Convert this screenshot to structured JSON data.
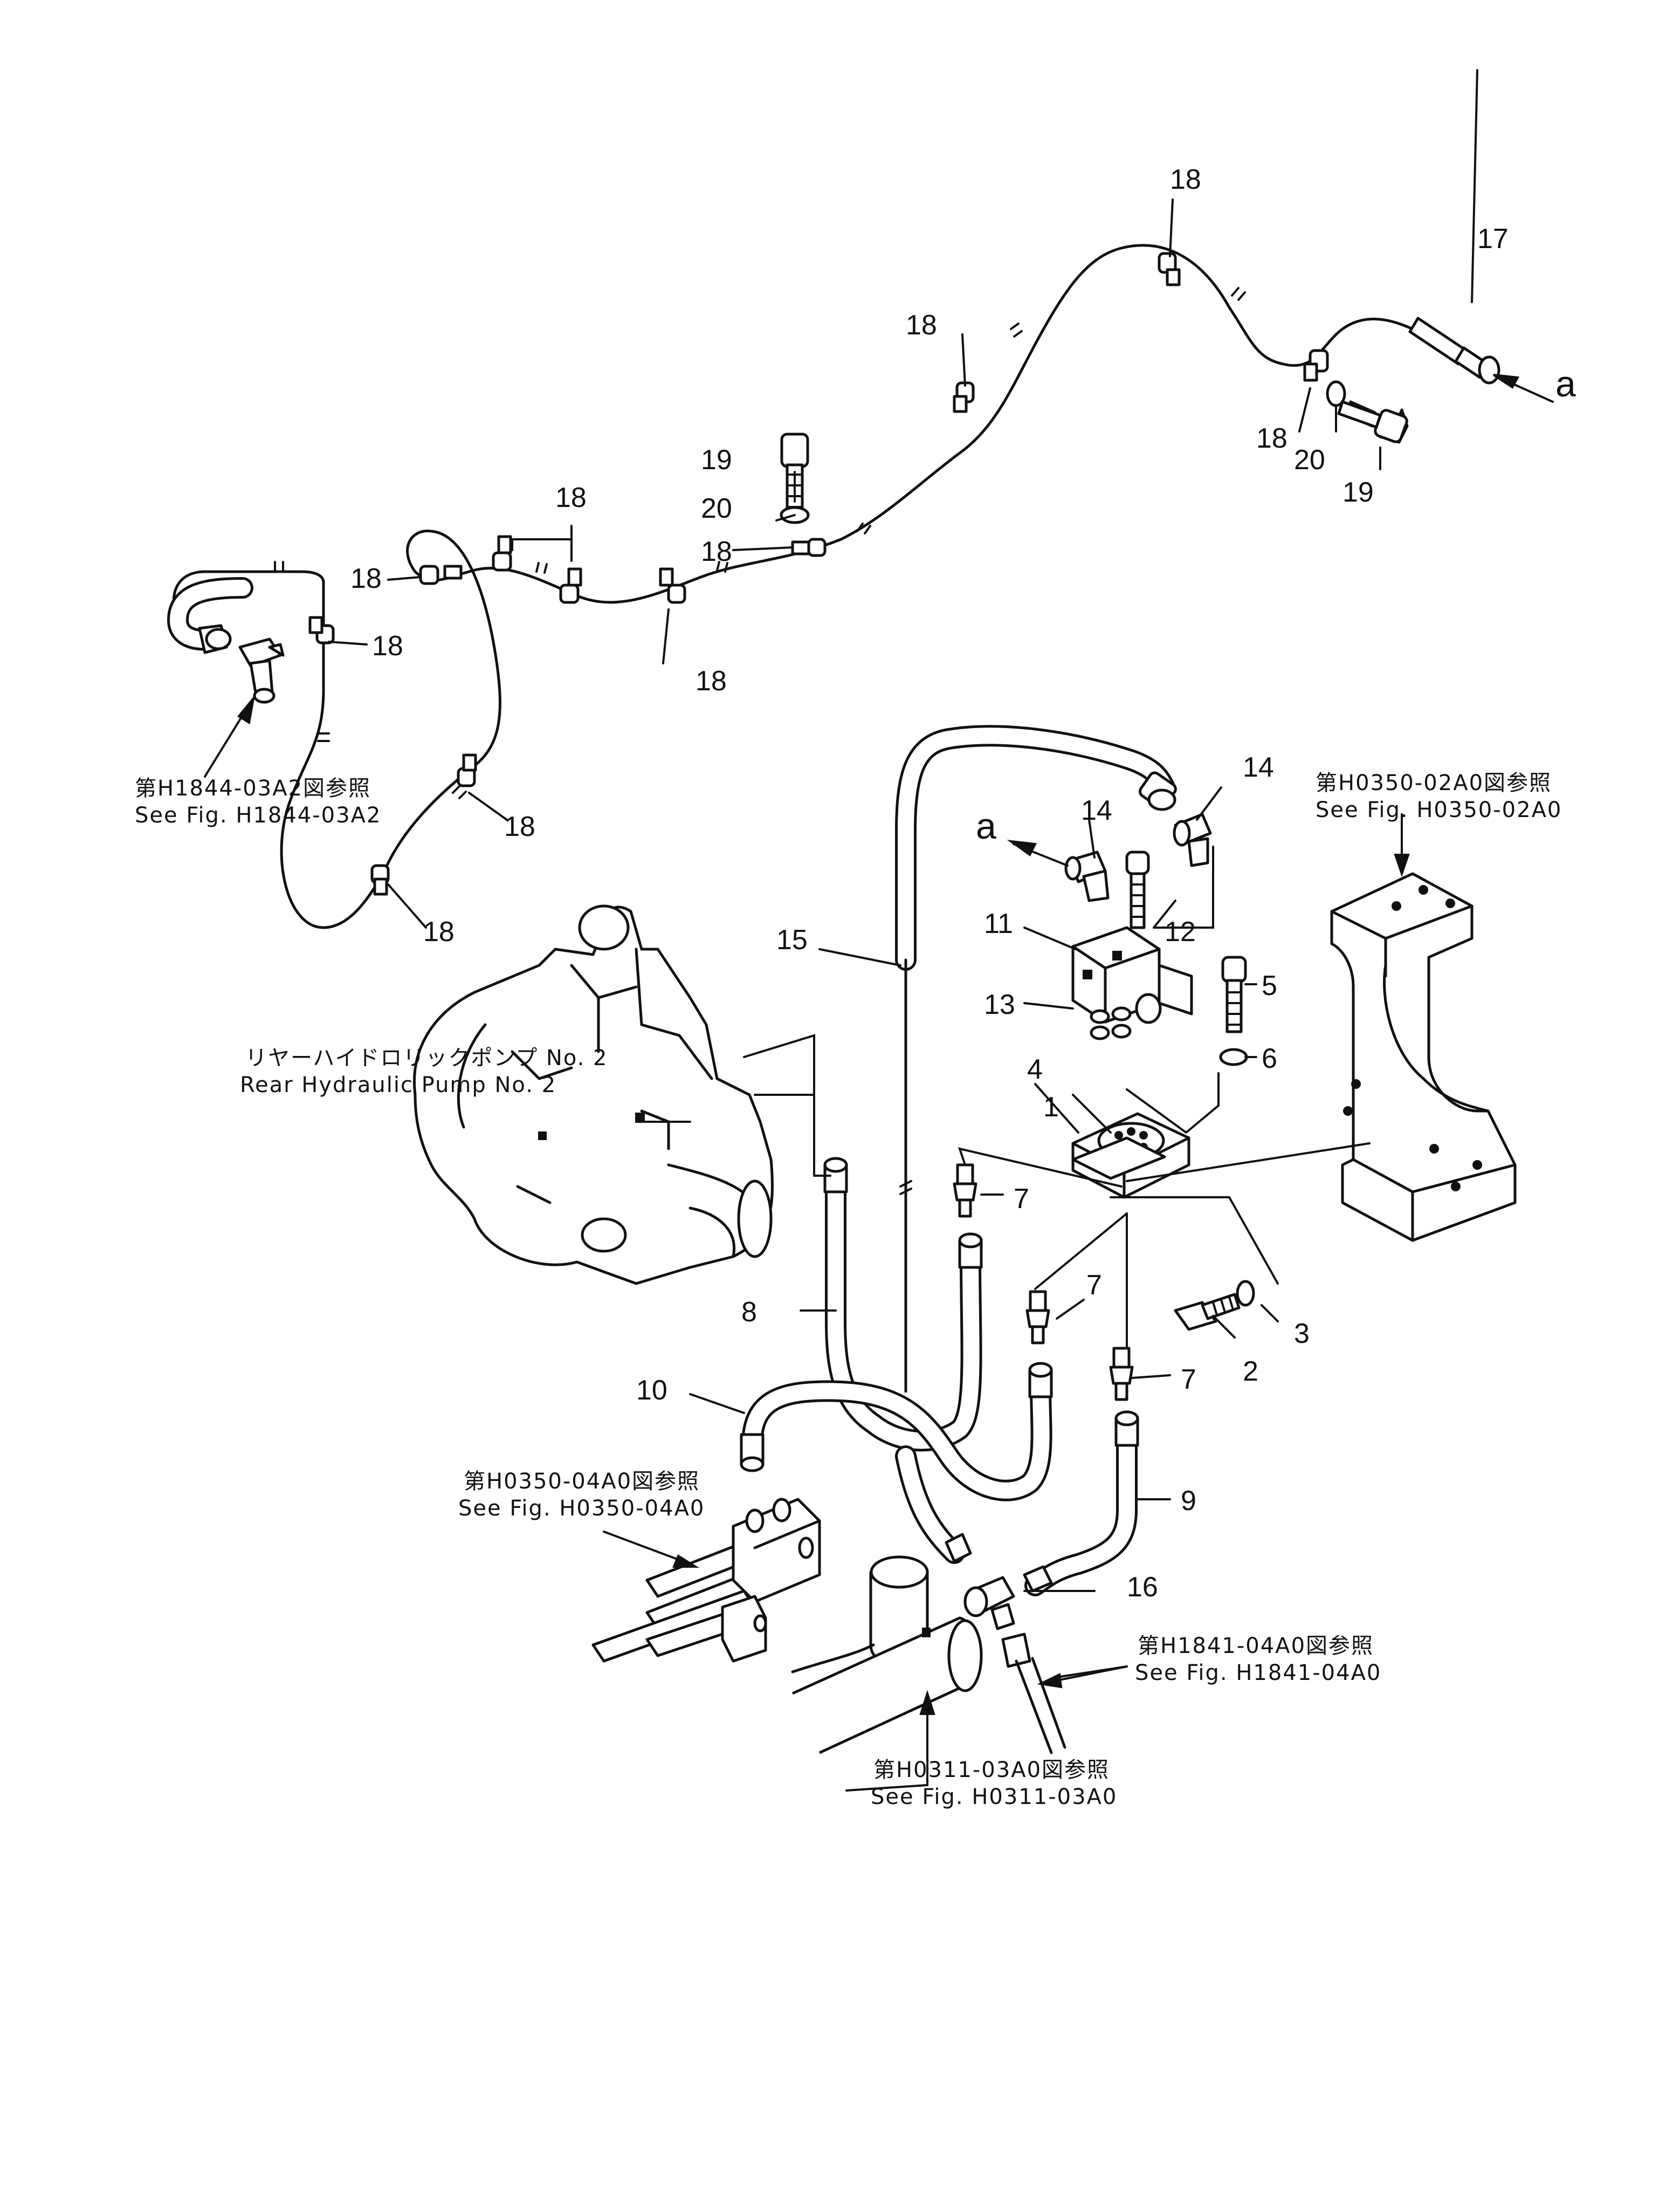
{
  "callouts": {
    "c1": "1",
    "c2": "2",
    "c3": "3",
    "c4": "4",
    "c5": "5",
    "c6": "6",
    "c7": "7",
    "c8": "8",
    "c9": "9",
    "c10": "10",
    "c11": "11",
    "c12": "12",
    "c13": "13",
    "c14": "14",
    "c15": "15",
    "c16": "16",
    "c17": "17",
    "c18": "18",
    "c19": "19",
    "c20": "20",
    "a": "a"
  },
  "references": {
    "h1844_jp": "第H1844-03A2図参照",
    "h1844_en": "See  Fig. H1844-03A2",
    "h0350_02_jp": "第H0350-02A0図参照",
    "h0350_02_en": "See  Fig. H0350-02A0",
    "pump_jp": "リヤーハイドロリックポンプ  No. 2",
    "pump_en": "Rear  Hydraulic  Pump  No. 2",
    "h0350_04_jp": "第H0350-04A0図参照",
    "h0350_04_en": "See  Fig. H0350-04A0",
    "h1841_jp": "第H1841-04A0図参照",
    "h1841_en": "See  Fig. H1841-04A0",
    "h0311_jp": "第H0311-03A0図参照",
    "h0311_en": "See  Fig. H0311-03A0"
  }
}
